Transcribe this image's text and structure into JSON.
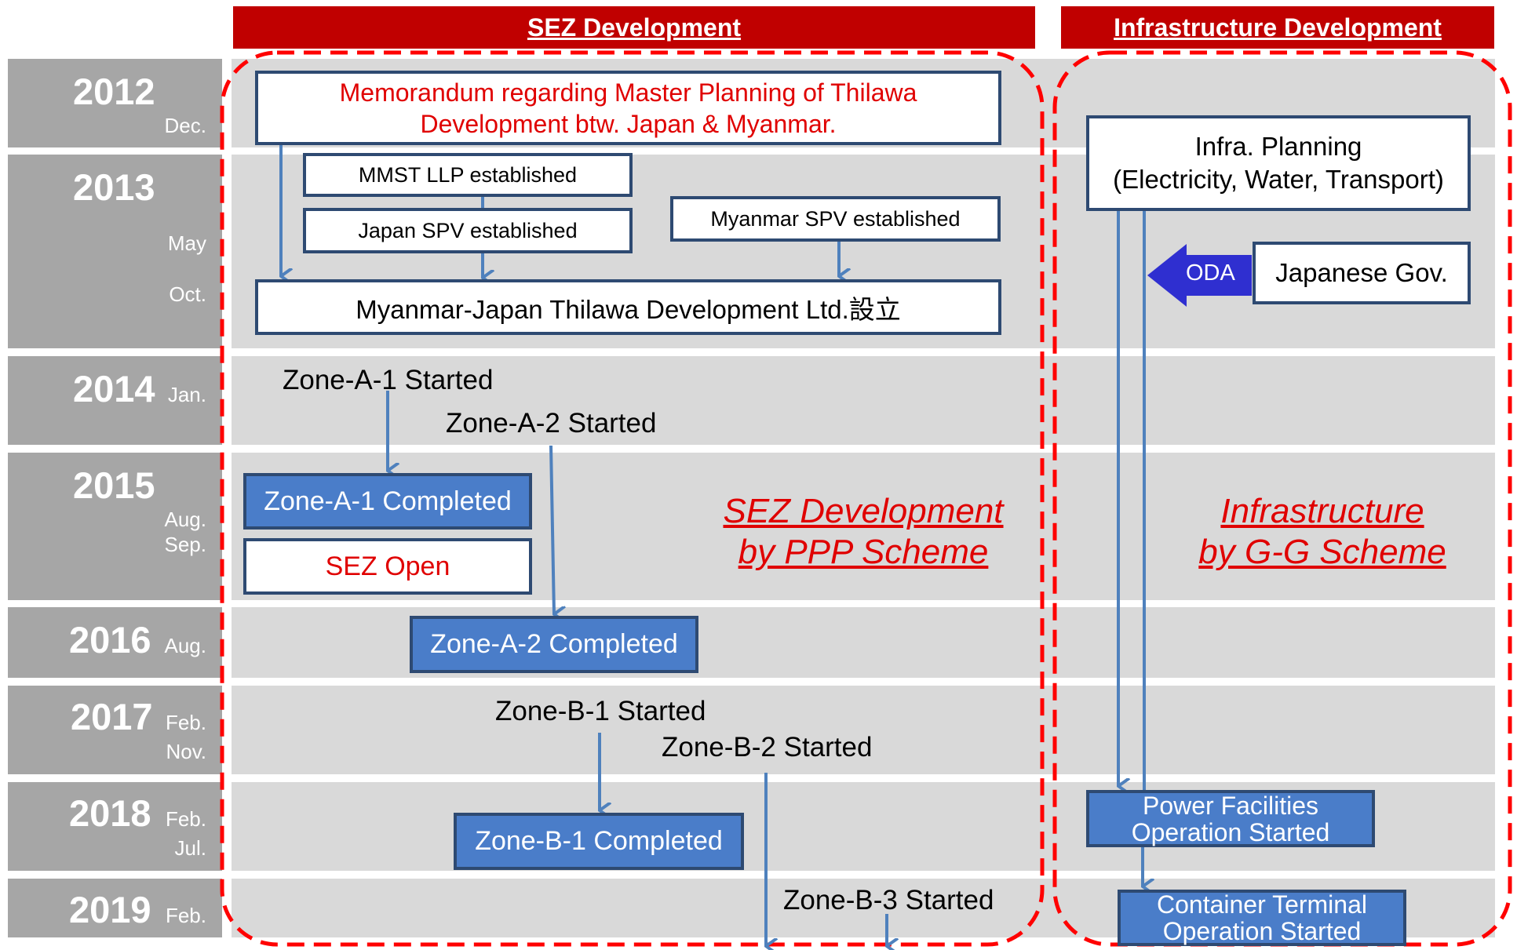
{
  "headers": {
    "sez": "SEZ Development",
    "infra": "Infrastructure Development"
  },
  "timeline": [
    {
      "year": "2012",
      "months": [
        "Dec."
      ]
    },
    {
      "year": "2013",
      "months": [
        "May",
        "Oct."
      ]
    },
    {
      "year": "2014",
      "months": [
        "Jan."
      ]
    },
    {
      "year": "2015",
      "months": [
        "Aug.",
        "Sep."
      ]
    },
    {
      "year": "2016",
      "months": [
        "Aug."
      ]
    },
    {
      "year": "2017",
      "months": [
        "Feb.",
        "Nov."
      ]
    },
    {
      "year": "2018",
      "months": [
        "Feb.",
        "Jul."
      ]
    },
    {
      "year": "2019",
      "months": [
        "Feb."
      ]
    }
  ],
  "sez": {
    "memorandum": "Memorandum regarding Master Planning of Thilawa Development btw. Japan & Myanmar.",
    "mmst": "MMST LLP established",
    "japan_spv": "Japan SPV established",
    "myanmar_spv": "Myanmar SPV established",
    "mjtd": "Myanmar-Japan Thilawa Development Ltd.設立",
    "zone_a1_started": "Zone-A-1 Started",
    "zone_a2_started": "Zone-A-2 Started",
    "zone_a1_completed": "Zone-A-1 Completed",
    "sez_open": "SEZ Open",
    "zone_a2_completed": "Zone-A-2 Completed",
    "zone_b1_started": "Zone-B-1 Started",
    "zone_b2_started": "Zone-B-2 Started",
    "zone_b1_completed": "Zone-B-1 Completed",
    "zone_b3_started": "Zone-B-3 Started",
    "scheme_line1": "SEZ Development",
    "scheme_line2": "by PPP Scheme"
  },
  "infra": {
    "planning_line1": "Infra. Planning",
    "planning_line2": "(Electricity, Water, Transport)",
    "oda": "ODA",
    "japanese_gov": "Japanese Gov.",
    "power_line1": "Power Facilities",
    "power_line2": "Operation Started",
    "container_line1": "Container Terminal",
    "container_line2": "Operation Started",
    "scheme_line1": "Infrastructure",
    "scheme_line2": "by G-G Scheme"
  },
  "colors": {
    "header_red": "#c00000",
    "text_red": "#e00000",
    "box_blue": "#4a7dc9",
    "arrow_blue": "#4f81bd",
    "oda_blue": "#2f2fd0",
    "year_gray": "#a6a6a6",
    "band_gray": "#d9d9d9"
  }
}
